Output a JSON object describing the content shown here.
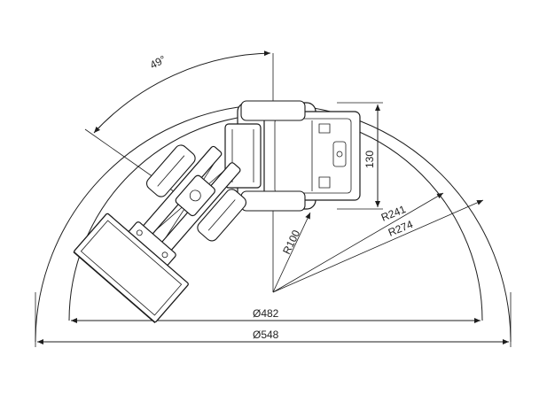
{
  "drawing": {
    "dimensions": {
      "angle": "49°",
      "height": "130",
      "inner_radius": "R100",
      "mid_radius": "R241",
      "outer_radius": "R274",
      "diameter_inner": "Ø482",
      "diameter_outer": "Ø548"
    },
    "colors": {
      "line": "#1d1d1d",
      "background": "#ffffff",
      "text": "#222222"
    }
  }
}
